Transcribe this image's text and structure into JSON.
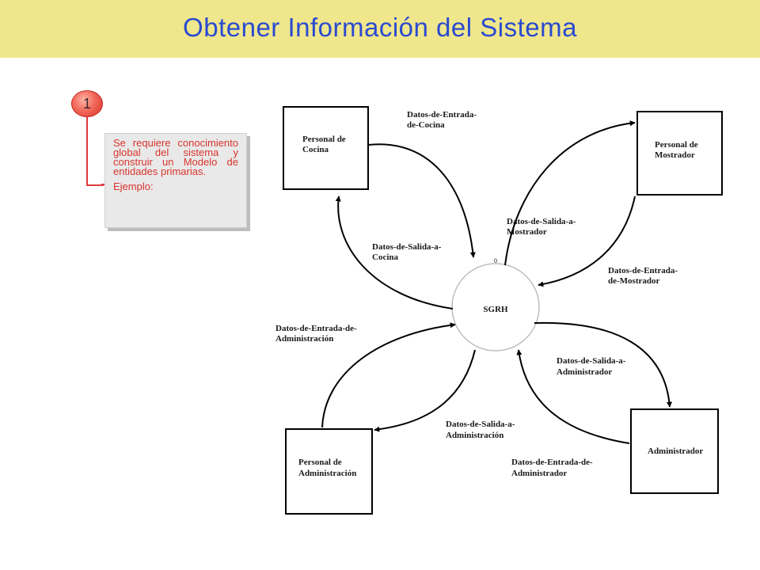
{
  "title": "Obtener Información del Sistema",
  "callout": {
    "number": "1",
    "text": "Se requiere conocimiento global del sistema y construir un Modelo de entidades primarias.",
    "example": "Ejemplo:"
  },
  "diagram": {
    "process": {
      "number": "0",
      "label": "SGRH"
    },
    "entities": {
      "cocina": [
        "Personal de",
        "Cocina"
      ],
      "mostrador": [
        "Personal de",
        "Mostrador"
      ],
      "administracion": [
        "Personal de",
        "Administración"
      ],
      "administrador": [
        "Administrador"
      ]
    },
    "flows": {
      "entrada_cocina": [
        "Datos-de-Entrada-",
        "de-Cocina"
      ],
      "salida_cocina": [
        "Datos-de-Salida-a-",
        "Cocina"
      ],
      "salida_mostrador": [
        "Datos-de-Salida-a-",
        "Mostrador"
      ],
      "entrada_mostrador": [
        "Datos-de-Entrada-",
        "de-Mostrador"
      ],
      "entrada_administracion": [
        "Datos-de-Entrada-de-",
        "Administración"
      ],
      "salida_administracion": [
        "Datos-de-Salida-a-",
        "Administración"
      ],
      "salida_administrador": [
        "Datos-de-Salida-a-",
        "Administrador"
      ],
      "entrada_administrador": [
        "Datos-de-Entrada-de-",
        "Administrador"
      ]
    }
  }
}
